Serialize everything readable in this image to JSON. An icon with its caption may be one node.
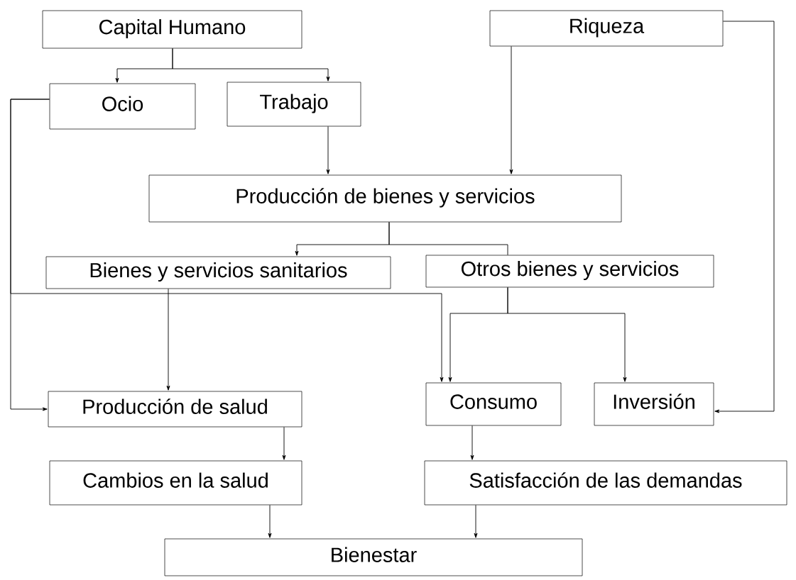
{
  "diagram": {
    "nodes": [
      {
        "text": [
          "Capital Humano"
        ]
      },
      {
        "text": [
          "Riqueza"
        ]
      },
      {
        "text": [
          "Ocio"
        ]
      },
      {
        "text": [
          "Trabajo"
        ]
      },
      {
        "text": [
          "Producción de bienes y servicios"
        ]
      },
      {
        "text": [
          "Bienes y servicios sanitarios"
        ]
      },
      {
        "text": [
          "Otros bienes y servicios"
        ]
      },
      {
        "text": [
          "Producción de salud"
        ]
      },
      {
        "text": [
          "Consumo"
        ]
      },
      {
        "text": [
          "Inversión"
        ]
      },
      {
        "text": [
          "Cambios en la salud"
        ]
      },
      {
        "text": [
          "Satisfacción de las demandas"
        ]
      },
      {
        "text": [
          "Bienestar"
        ]
      }
    ],
    "edges": [
      {
        "from": 0,
        "to": 2,
        "arrow": "to"
      },
      {
        "from": 0,
        "to": 3,
        "arrow": "to"
      },
      {
        "from": 3,
        "to": 4,
        "arrow": "to"
      },
      {
        "from": 1,
        "to": 4,
        "arrow": "to"
      },
      {
        "from": 4,
        "to": 5,
        "arrow": "to"
      },
      {
        "from": 4,
        "to": 6,
        "arrow": "none"
      },
      {
        "from": 1,
        "to": 9,
        "arrow": "to"
      },
      {
        "from": 2,
        "to": 7,
        "arrow": "to"
      },
      {
        "from": 2,
        "to": 8,
        "arrow": "to"
      },
      {
        "from": 5,
        "to": 7,
        "arrow": "to"
      },
      {
        "from": 6,
        "to": 8,
        "arrow": "to"
      },
      {
        "from": 6,
        "to": 9,
        "arrow": "to"
      },
      {
        "from": 7,
        "to": 10,
        "arrow": "to"
      },
      {
        "from": 8,
        "to": 11,
        "arrow": "to"
      },
      {
        "from": 10,
        "to": 12,
        "arrow": "to"
      },
      {
        "from": 11,
        "to": 12,
        "arrow": "to"
      }
    ]
  }
}
